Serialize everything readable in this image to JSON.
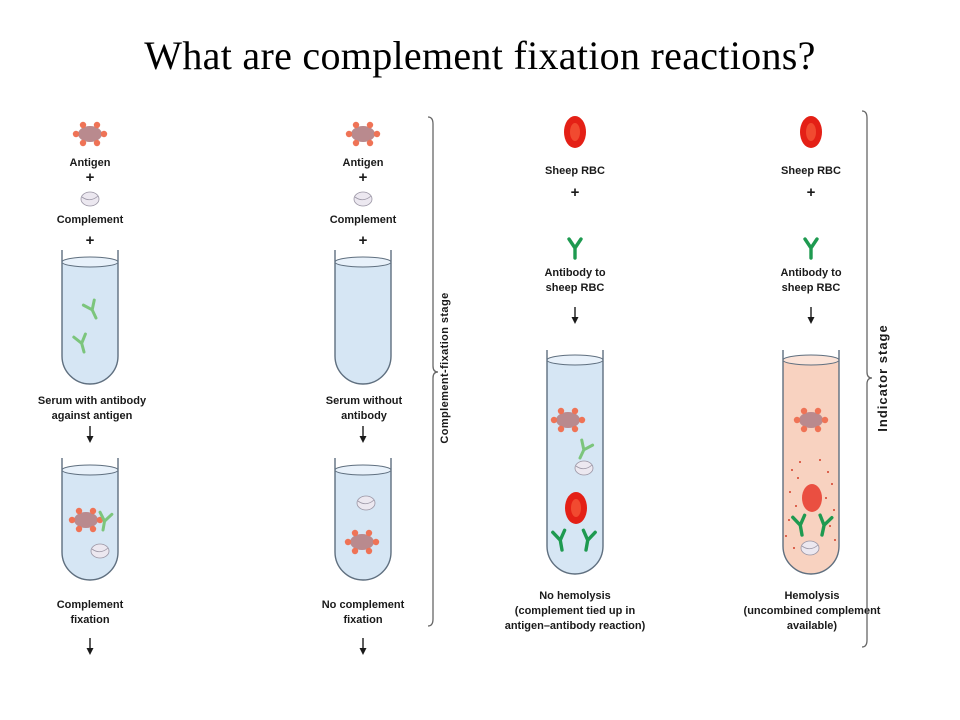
{
  "title": "What are complement fixation reactions?",
  "colors": {
    "antigen": "#b98a8e",
    "antigen_knob": "#ef7356",
    "complement": "#e8e4ee",
    "antibody": "#7cc57c",
    "antibody_dark": "#1e9a50",
    "rbc": "#e42016",
    "serum": "#d6e6f4",
    "hemolysis_fluid": "#f8d2c0"
  },
  "columns": [
    {
      "antigen_label": "Antigen",
      "plus": "+",
      "complement_label": "Complement",
      "plus2": "+",
      "tube1_label": [
        "Serum with antibody",
        "against antigen"
      ],
      "tube2_label": [
        "Complement",
        "fixation"
      ]
    },
    {
      "antigen_label": "Antigen",
      "plus": "+",
      "complement_label": "Complement",
      "plus2": "+",
      "tube1_label": [
        "Serum without",
        "antibody"
      ],
      "tube2_label": [
        "No complement",
        "fixation"
      ]
    },
    {
      "rbc_label": "Sheep RBC",
      "plus": "+",
      "antibody_label": [
        "Antibody to",
        "sheep RBC"
      ],
      "result_label": [
        "No hemolysis",
        "(complement tied up in",
        "antigen–antibody reaction)"
      ]
    },
    {
      "rbc_label": "Sheep RBC",
      "plus": "+",
      "antibody_label": [
        "Antibody to",
        "sheep RBC"
      ],
      "result_label": [
        "Hemolysis",
        "(uncombined complement",
        "available)"
      ]
    }
  ],
  "stage_labels": {
    "fixation": "Complement-fixation stage",
    "indicator": "Indicator stage"
  }
}
